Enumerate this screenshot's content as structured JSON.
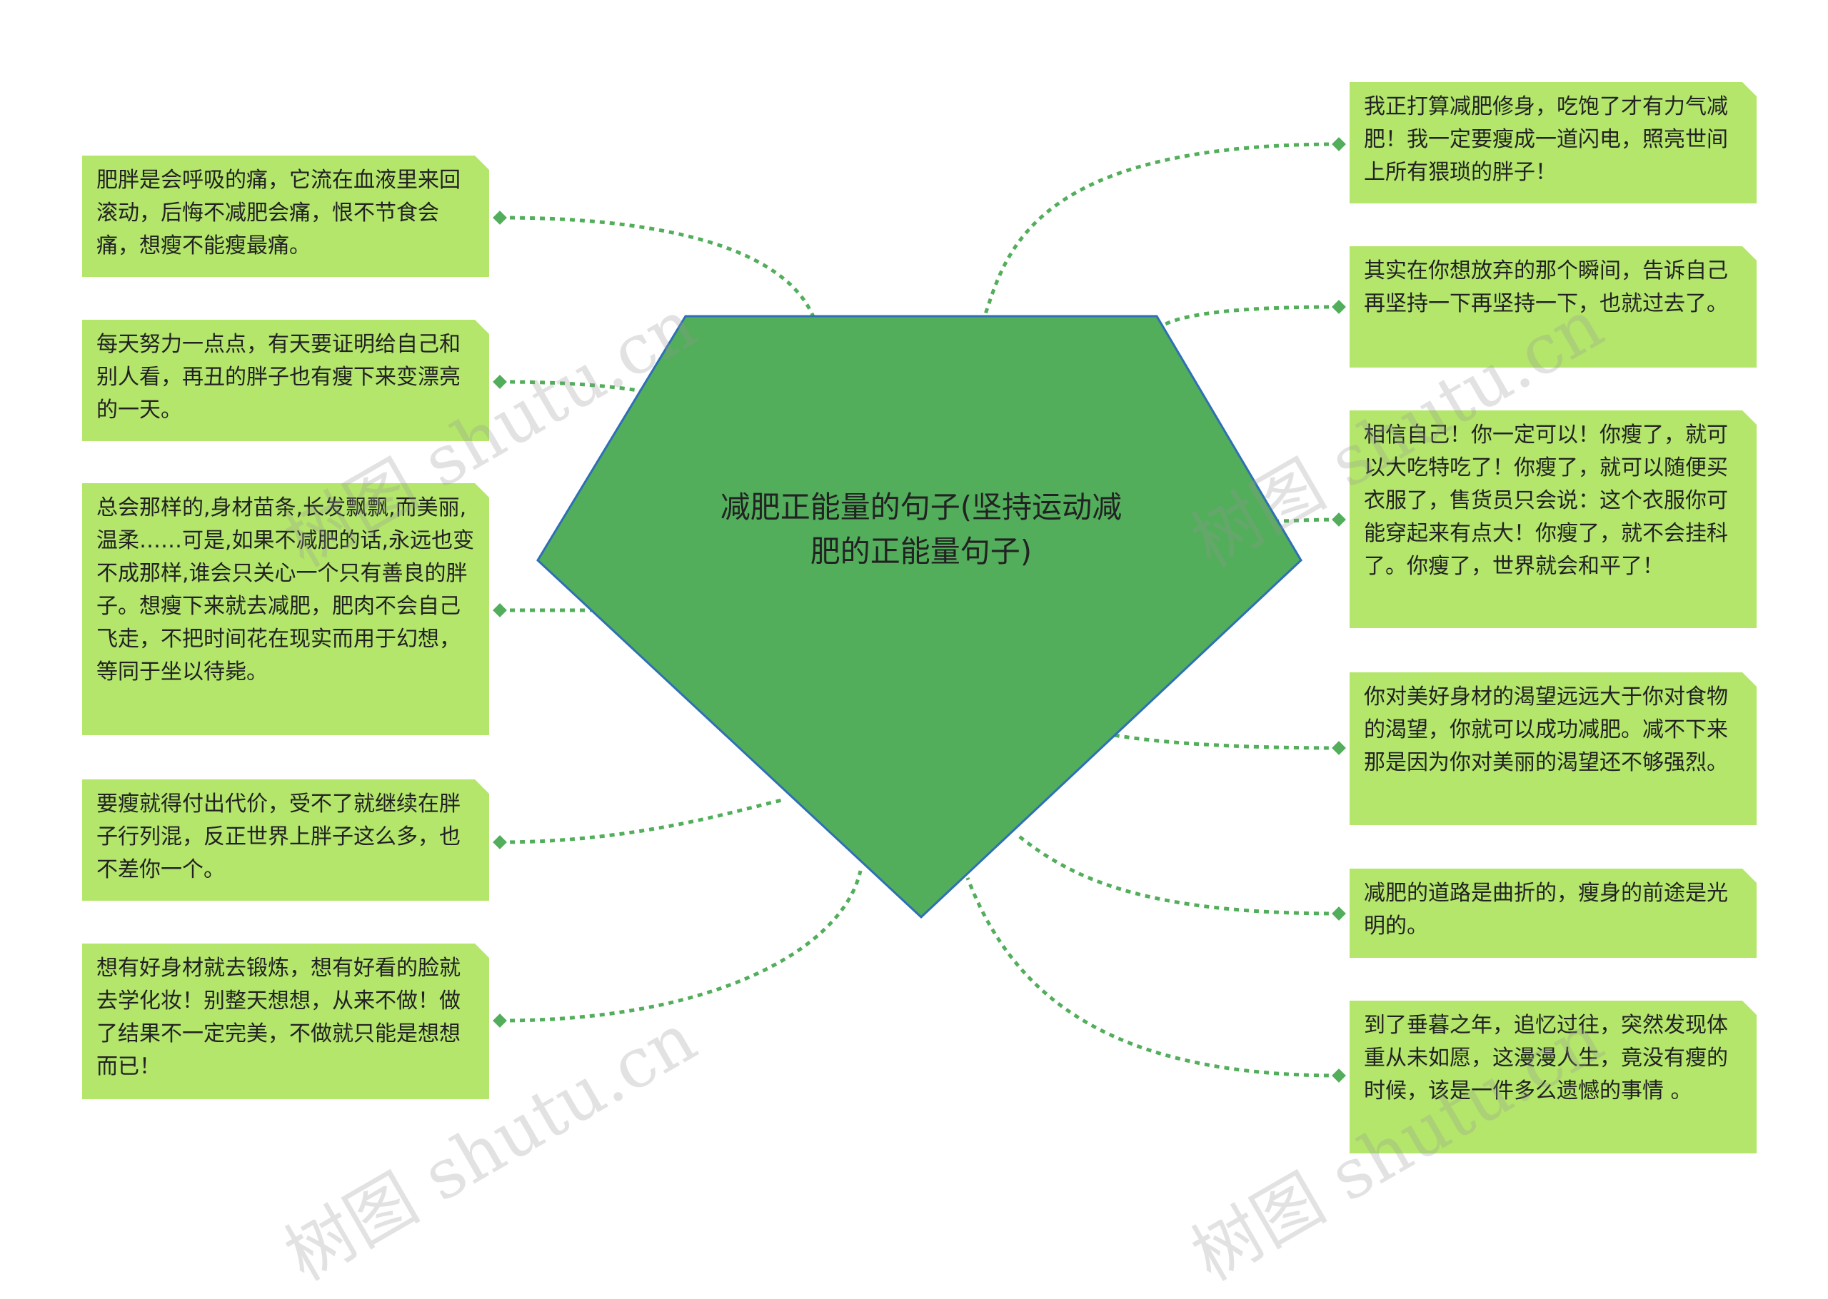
{
  "center": {
    "title": "减肥正能量的句子(坚持运动减肥的正能量句子)"
  },
  "left_nodes": [
    {
      "text": "肥胖是会呼吸的痛，它流在血液里来回滚动，后悔不减肥会痛，恨不节食会痛，想瘦不能瘦最痛。"
    },
    {
      "text": "每天努力一点点，有天要证明给自己和别人看，再丑的胖子也有瘦下来变漂亮的一天。"
    },
    {
      "text": "总会那样的,身材苗条,长发飘飘,而美丽,温柔……可是,如果不减肥的话,永远也变不成那样,谁会只关心一个只有善良的胖子。想瘦下来就去减肥，肥肉不会自己飞走，不把时间花在现实而用于幻想，等同于坐以待毙。"
    },
    {
      "text": "要瘦就得付出代价，受不了就继续在胖子行列混，反正世界上胖子这么多，也不差你一个。"
    },
    {
      "text": "想有好身材就去锻炼，想有好看的脸就去学化妆！别整天想想，从来不做！做了结果不一定完美，不做就只能是想想而已！"
    }
  ],
  "right_nodes": [
    {
      "text": "我正打算减肥修身，吃饱了才有力气减肥！我一定要瘦成一道闪电，照亮世间上所有猥琐的胖子！"
    },
    {
      "text": "其实在你想放弃的那个瞬间，告诉自己再坚持一下再坚持一下，也就过去了。"
    },
    {
      "text": "相信自己！你一定可以！你瘦了，就可以大吃特吃了！你瘦了，就可以随便买衣服了，售货员只会说：这个衣服你可能穿起来有点大！你瘦了，就不会挂科了。你瘦了，世界就会和平了！"
    },
    {
      "text": "你对美好身材的渴望远远大于你对食物的渴望，你就可以成功减肥。减不下来那是因为你对美丽的渴望还不够强烈。"
    },
    {
      "text": "减肥的道路是曲折的，瘦身的前途是光明的。"
    },
    {
      "text": "到了垂暮之年，追忆过往，突然发现体重从未如愿，这漫漫人生，竟没有瘦的时候，该是一件多么遗憾的事情 。"
    }
  ],
  "watermark": {
    "text": "树图 shutu.cn"
  },
  "colors": {
    "center_fill": "#52ae5b",
    "center_stroke": "#2e6fb5",
    "node_fill": "#b3e66b",
    "link": "#52ae5b"
  }
}
